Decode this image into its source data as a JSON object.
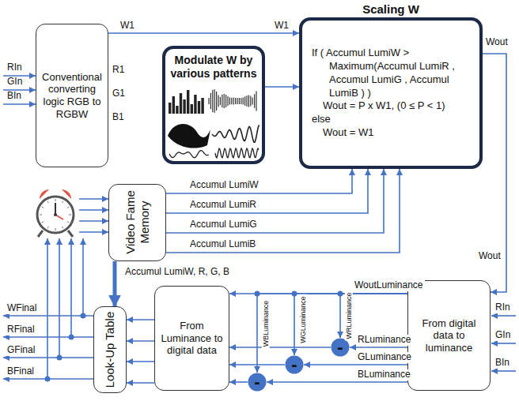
{
  "diagram": {
    "nodes": [
      {
        "text": [
          "Conventional converting logic RGB to RGBW"
        ]
      },
      {
        "text": [
          "Modulate W by various patterns"
        ]
      },
      {
        "text": [
          "Scaling W",
          "If ( Accumul LumiW > Maximum(Accumul LumiR , Accumul LumiG , Accumul LumiB ) )",
          "Wout = P x W1, (0 ≤ P < 1)",
          "else",
          "Wout = W1"
        ]
      },
      {
        "text": [
          "Video Fame Memory"
        ]
      },
      {
        "text": [
          "Look-Up Table"
        ]
      },
      {
        "text": [
          "From Luminance to digital data"
        ]
      },
      {
        "text": [
          "From digital data to luminance"
        ]
      },
      {
        "text": [
          "-"
        ]
      },
      {
        "text": [
          "-"
        ]
      },
      {
        "text": [
          "-"
        ]
      }
    ],
    "edges": [
      {
        "from": 0,
        "to": 2,
        "arrow": "to",
        "label": "W1"
      },
      {
        "from": 1,
        "to": 2,
        "arrow": "to"
      },
      {
        "from": 3,
        "to": 2,
        "arrow": "to",
        "label": "Accumul LumiW"
      },
      {
        "from": 3,
        "to": 2,
        "arrow": "to",
        "label": "Accumul LumiR"
      },
      {
        "from": 3,
        "to": 2,
        "arrow": "to",
        "label": "Accumul LumiG"
      },
      {
        "from": 3,
        "to": 2,
        "arrow": "to",
        "label": "Accumul LumiB"
      },
      {
        "from": 3,
        "to": 4,
        "arrow": "to",
        "label": "Accumul LumiW, R, G, B"
      },
      {
        "from": 2,
        "to": 6,
        "arrow": "to",
        "label": "Wout"
      },
      {
        "from": 6,
        "to": 5,
        "arrow": "to",
        "label": "WoutLuminance"
      },
      {
        "from": 6,
        "to": 7,
        "arrow": "to",
        "label": "RLuminance"
      },
      {
        "from": 6,
        "to": 8,
        "arrow": "to",
        "label": "GLuminance"
      },
      {
        "from": 6,
        "to": 9,
        "arrow": "to",
        "label": "BLuminance"
      },
      {
        "from": 6,
        "to": 7,
        "arrow": "to",
        "label": "WRLuminance"
      },
      {
        "from": 6,
        "to": 8,
        "arrow": "to",
        "label": "WGLuminance"
      },
      {
        "from": 6,
        "to": 9,
        "arrow": "to",
        "label": "WBLuminance"
      },
      {
        "from": 7,
        "to": 5,
        "arrow": "to"
      },
      {
        "from": 8,
        "to": 5,
        "arrow": "to"
      },
      {
        "from": 9,
        "to": 5,
        "arrow": "to"
      },
      {
        "from": 5,
        "to": 4,
        "arrow": "to"
      },
      {
        "from": 5,
        "to": 4,
        "arrow": "to"
      },
      {
        "from": 5,
        "to": 4,
        "arrow": "to"
      },
      {
        "from": 5,
        "to": 4,
        "arrow": "to"
      }
    ],
    "labels": [
      "RIn",
      "GIn",
      "BIn",
      "R1",
      "G1",
      "B1",
      "W1",
      "Wout",
      "WFinal",
      "RFinal",
      "GFinal",
      "BFinal",
      "RIn",
      "GIn",
      "BIn"
    ]
  }
}
